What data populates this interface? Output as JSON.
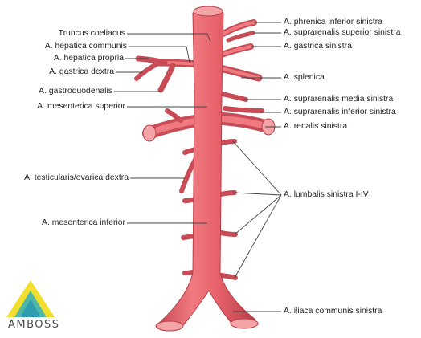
{
  "diagram": {
    "labels_left": [
      "Truncus coeliacus",
      "A. hepatica communis",
      "A. hepatica propria",
      "A. gastrica dextra",
      "A. gastroduodenalis",
      "A. mesenterica superior",
      "A. testicularis/ovarica dextra",
      "A. mesenterica inferior"
    ],
    "labels_right": [
      "A. phrenica inferior sinistra",
      "A. suprarenalis superior sinistra",
      "A. gastrica sinistra",
      "A. splenica",
      "A. suprarenalis media sinistra",
      "A. suprarenalis inferior sinistra",
      "A. renalis  sinistra",
      "A. lumbalis sinistra I-IV",
      "A. iliaca communis sinistra"
    ]
  },
  "logo": {
    "text": "AMBOSS",
    "colors": [
      "#f2de2c",
      "#4fb7a6",
      "#2f9db0"
    ]
  },
  "colors": {
    "artery": "#e8636b",
    "artery_dark": "#b83f49",
    "artery_light": "#f4a4a6"
  }
}
